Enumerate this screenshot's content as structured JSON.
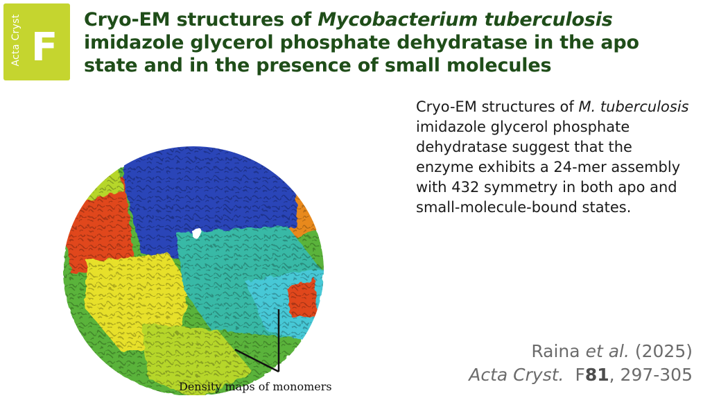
{
  "badge": {
    "side_text": "Acta Cryst",
    "letter": "F"
  },
  "title": {
    "part1": "Cryo-EM structures of ",
    "italic": "Mycobacterium tuberculosis",
    "part2": " imidazole glycerol phosphate dehydratase in the apo state and in the presence of small molecules"
  },
  "figure": {
    "caption": "Density maps of monomers"
  },
  "abstract": {
    "part1": "Cryo-EM structures of ",
    "italic": "M. tuberculosis",
    "part2": " imidazole glycerol phosphate dehydratase suggest that the enzyme exhibits a 24-mer assembly with 432 symmetry in both apo and small-molecule-bound states."
  },
  "citation": {
    "authors": "Raina",
    "etal": "et al.",
    "year": "(2025)",
    "journal": "Acta Cryst.",
    "section": "F",
    "volume": "81",
    "pages": ", 297-305"
  },
  "colors": {
    "badge": "#c5d52f",
    "title": "#1f4d19",
    "blue": "#2a44b8",
    "teal": "#38b9a6",
    "cyan": "#46c8d6",
    "orange": "#e8891a",
    "red": "#e0471c",
    "yellow": "#e7e02a",
    "green": "#5ab33a",
    "lime": "#b6d62c"
  }
}
